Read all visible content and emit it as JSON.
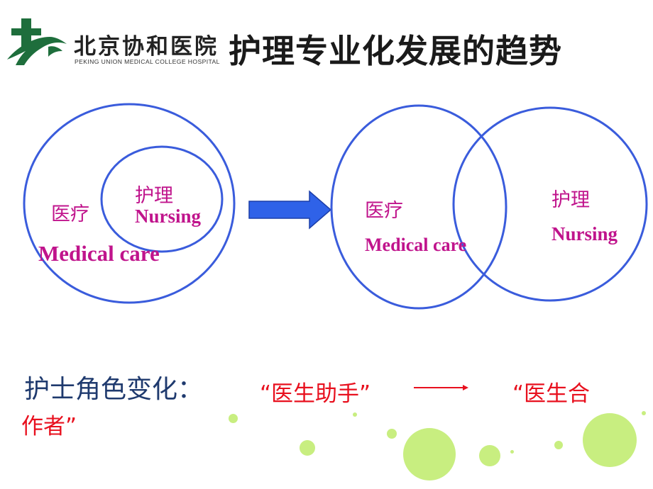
{
  "logo": {
    "name_cn": "北京协和医院",
    "name_en": "PEKING UNION MEDICAL COLLEGE HOSPITAL"
  },
  "slide": {
    "title": "护理专业化发展的趋势"
  },
  "left_diagram": {
    "outer_label_cn": "医疗",
    "outer_label_en": "Medical care",
    "inner_label_cn": "护理",
    "inner_label_en": "Nursing"
  },
  "right_diagram": {
    "left_label_cn": "医疗",
    "left_label_en": "Medical care",
    "right_label_cn": "护理",
    "right_label_en": "Nursing"
  },
  "role_change": {
    "label": "护士角色变化：",
    "from": "“医生助手”",
    "to_line1": "“医生合",
    "to_line2": "作者”"
  },
  "colors": {
    "circle": "#3a5cdc",
    "label": "#c0148c",
    "arrow_fill": "#2f62e8",
    "role_text": "#1f3a6e",
    "quote_text": "#e8101e",
    "deco_dots": "#c8ee80"
  }
}
